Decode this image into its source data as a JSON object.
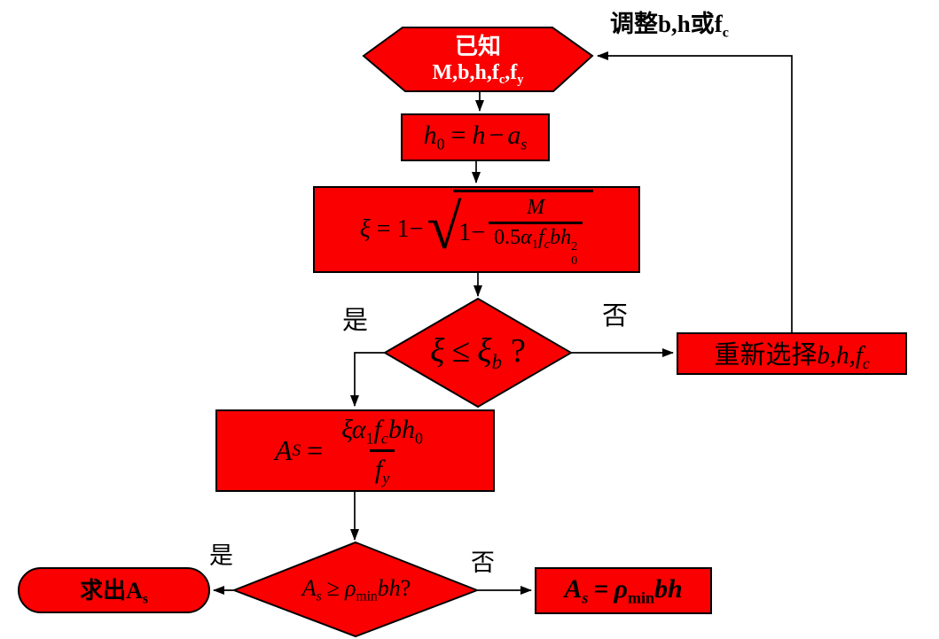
{
  "colors": {
    "shape_fill": "#fa0000",
    "shape_border": "#000000",
    "connector": "#000000",
    "start_text": "#ffffff",
    "formula_text": "#000000",
    "background": "#ffffff"
  },
  "labels": {
    "adjust_main": "调整b,h或f",
    "adjust_sub": "c",
    "yes_top": "是",
    "no_top": "否",
    "yes_bottom": "是",
    "no_bottom": "否"
  },
  "start": {
    "line1": "已知",
    "p1": "M,b,h,f",
    "s1": "c",
    "p2": ",f",
    "s2": "y"
  },
  "h0": {
    "lhs": "h",
    "lhs_sub": "0",
    "eq": "=",
    "rhs1": "h",
    "minus": "−",
    "rhs2": "a",
    "rhs2_sub": "s"
  },
  "xi": {
    "lhs": "ξ",
    "eq": "=",
    "one_minus": "1−",
    "rad_one_minus": "1−",
    "num": "M",
    "den0": "0.5",
    "den_alpha": "α",
    "den_alpha_sub": "1",
    "den_f": "f",
    "den_f_sub": "c",
    "den_bh": "bh",
    "h_sup": "2",
    "h_sub": "0"
  },
  "cond1": {
    "xi1": "ξ",
    "leq": "≤",
    "xi2": "ξ",
    "xi2_sub": "b",
    "q": "?"
  },
  "reselect": {
    "zh": "重新选择",
    "math": "b,h,f",
    "sub": "c"
  },
  "as": {
    "lhs": "A",
    "lhs_sub": "S",
    "eq": "=",
    "num1": "ξα",
    "num1_sub": "1",
    "num2": "f",
    "num2_sub": "c",
    "num3": "bh",
    "num3_sub": "0",
    "den": "f",
    "den_sub": "y"
  },
  "cond2": {
    "a": "A",
    "a_sub": "s",
    "geq": "≥",
    "rho": "ρ",
    "rho_sub": "min",
    "bh": "bh",
    "q": "?"
  },
  "result": {
    "zh": "求出A",
    "sub": "s"
  },
  "asmin": {
    "a": "A",
    "a_sub": "s",
    "eq": "=",
    "rho": "ρ",
    "rho_sub": "min",
    "bh": "bh"
  }
}
